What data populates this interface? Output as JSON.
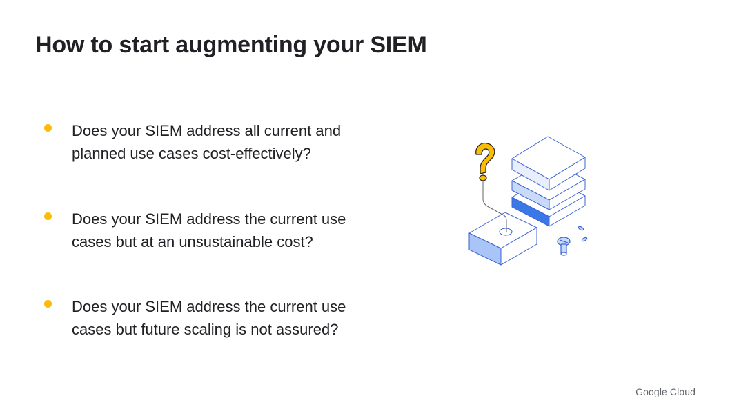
{
  "slide": {
    "title": "How to start augmenting your SIEM",
    "bullets": [
      {
        "line1": "Does your SIEM address all current and",
        "line2": "planned use cases cost-effectively?"
      },
      {
        "line1": "Does your SIEM address the current use",
        "line2": "cases but at an unsustainable cost?"
      },
      {
        "line1": "Does your SIEM address the current use",
        "line2": "cases but future scaling is not assured?"
      }
    ],
    "bullet_color": "#fbbc04",
    "accent_blue": "#4285f4",
    "accent_yellow": "#fbbc04"
  },
  "branding": {
    "logo_text": "Google Cloud"
  },
  "illustration": {
    "icons": [
      "question-mark-icon",
      "stacked-layers-icon",
      "platform-block-icon",
      "screw-icon"
    ]
  }
}
